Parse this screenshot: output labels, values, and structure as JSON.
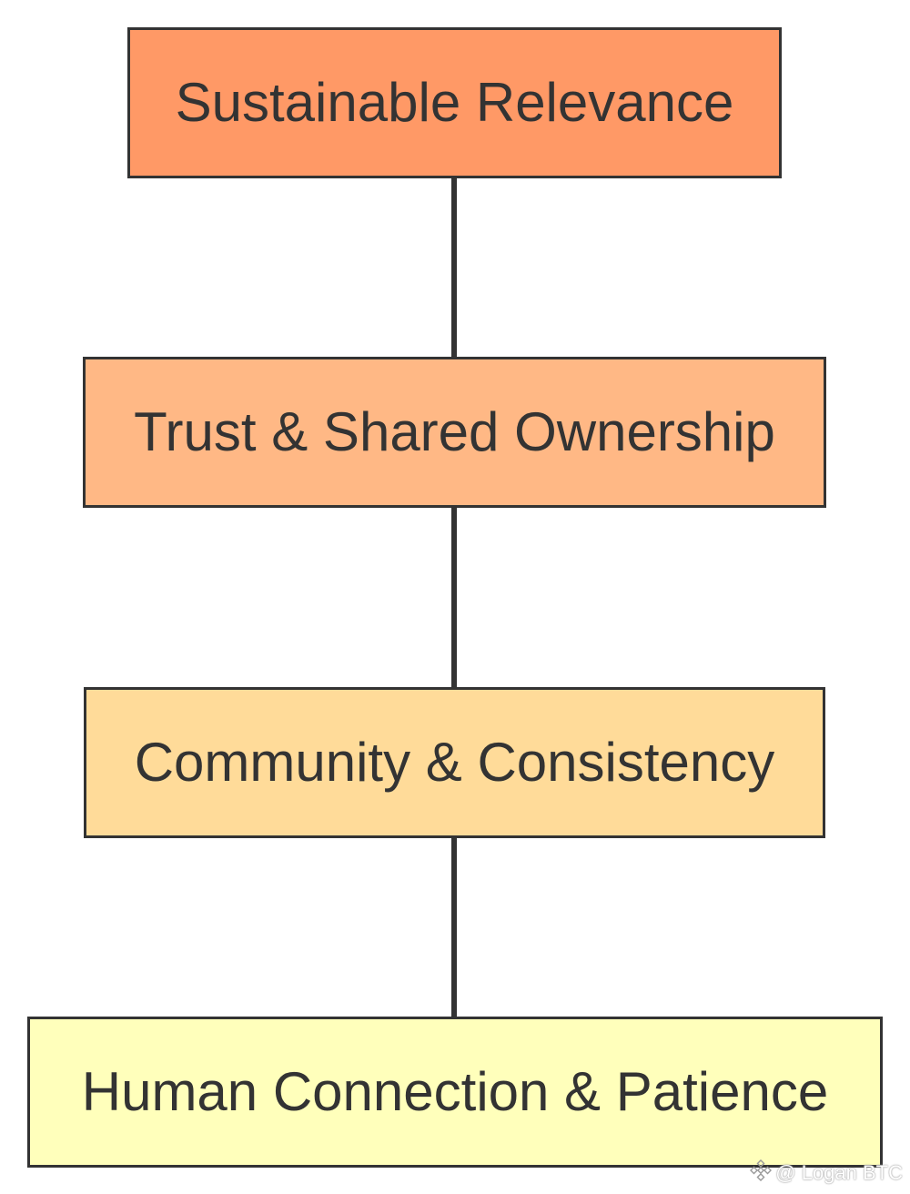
{
  "diagram": {
    "nodes": [
      {
        "label": "Sustainable Relevance",
        "fill": "#FF9966"
      },
      {
        "label": "Trust & Shared Ownership",
        "fill": "#FFB885"
      },
      {
        "label": "Community & Consistency",
        "fill": "#FFDB99"
      },
      {
        "label": "Human Connection & Patience",
        "fill": "#FFFFBB"
      }
    ],
    "edges": [
      {
        "from": "Sustainable Relevance",
        "to": "Trust & Shared Ownership"
      },
      {
        "from": "Trust & Shared Ownership",
        "to": "Community & Consistency"
      },
      {
        "from": "Community & Consistency",
        "to": "Human Connection & Patience"
      }
    ],
    "line_color": "#333333",
    "text_color": "#333333"
  },
  "watermark": {
    "text": "@ Logan BTC",
    "icon": "binance-logo-icon"
  }
}
